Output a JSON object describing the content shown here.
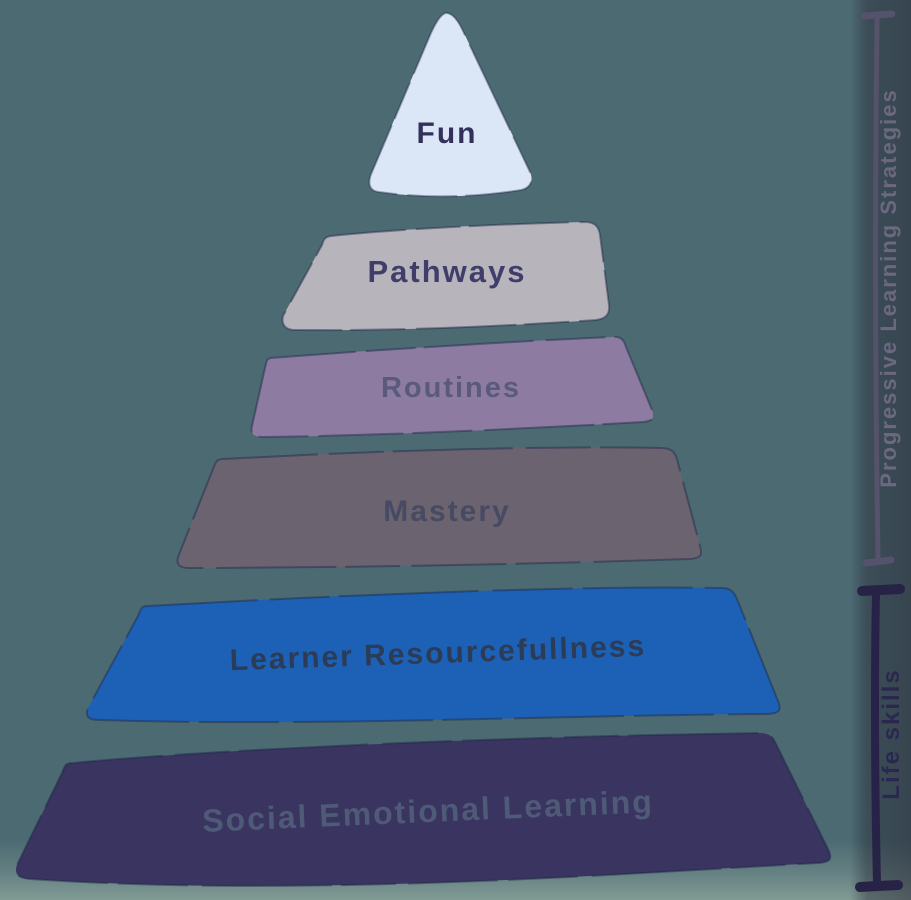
{
  "colors": {
    "background": "#4c6a72",
    "background_bottom_fade": "#839d96",
    "background_right_edge": "#23222f",
    "sketch_outline": "#1f2648"
  },
  "pyramid": {
    "levels": [
      {
        "label": "Fun",
        "fill": "#dbe7f7",
        "label_color": "#33315c"
      },
      {
        "label": "Pathways",
        "fill": "#b7b5bb",
        "label_color": "#403d6b"
      },
      {
        "label": "Routines",
        "fill": "#8d7ba2",
        "label_color": "#595a7c"
      },
      {
        "label": "Mastery",
        "fill": "#6b636f",
        "label_color": "#474a63"
      },
      {
        "label": "Learner Resourcefullness",
        "fill": "#1c61b5",
        "label_color": "#2c3b56"
      },
      {
        "label": "Social Emotional Learning",
        "fill": "#393560",
        "label_color": "#4f5a77"
      }
    ]
  },
  "side_labels": [
    {
      "label": "Progressive Learning Strategies",
      "line_color": "#55526b",
      "text_color": "#6b687f"
    },
    {
      "label": "Life skills",
      "line_color": "#262347",
      "text_color": "#2b2850"
    }
  ]
}
